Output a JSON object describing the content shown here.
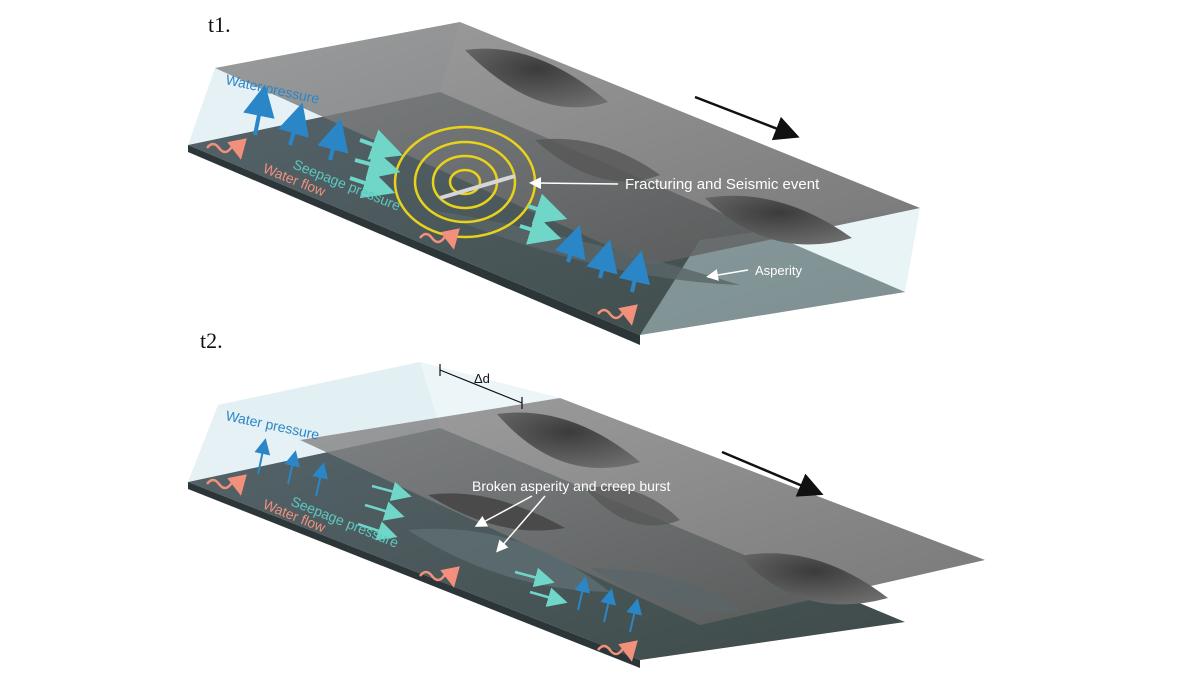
{
  "panels": [
    {
      "id": "t1",
      "title": "t1.",
      "labels": {
        "water_pressure": "Water pressure",
        "seepage_pressure": "Seepage pressure",
        "water_flow": "Water flow",
        "fracturing": "Fracturing and Seismic event",
        "asperity": "Asperity"
      }
    },
    {
      "id": "t2",
      "title": "t2.",
      "labels": {
        "displacement": "Δd",
        "water_pressure": "Water pressure",
        "seepage_pressure": "Seepage pressure",
        "water_flow": "Water flow",
        "broken_asperity": "Broken asperity and creep burst"
      }
    }
  ],
  "colors": {
    "water_pressure_arrow": "#2a86c7",
    "seepage_arrow": "#6fd6c8",
    "water_flow_arrow": "#f2907c",
    "seismic_ring": "#e8d21a",
    "upper_block": "#6e6e6e",
    "lower_block": "#3f4c52",
    "water_layer": "#cfe6ec"
  }
}
